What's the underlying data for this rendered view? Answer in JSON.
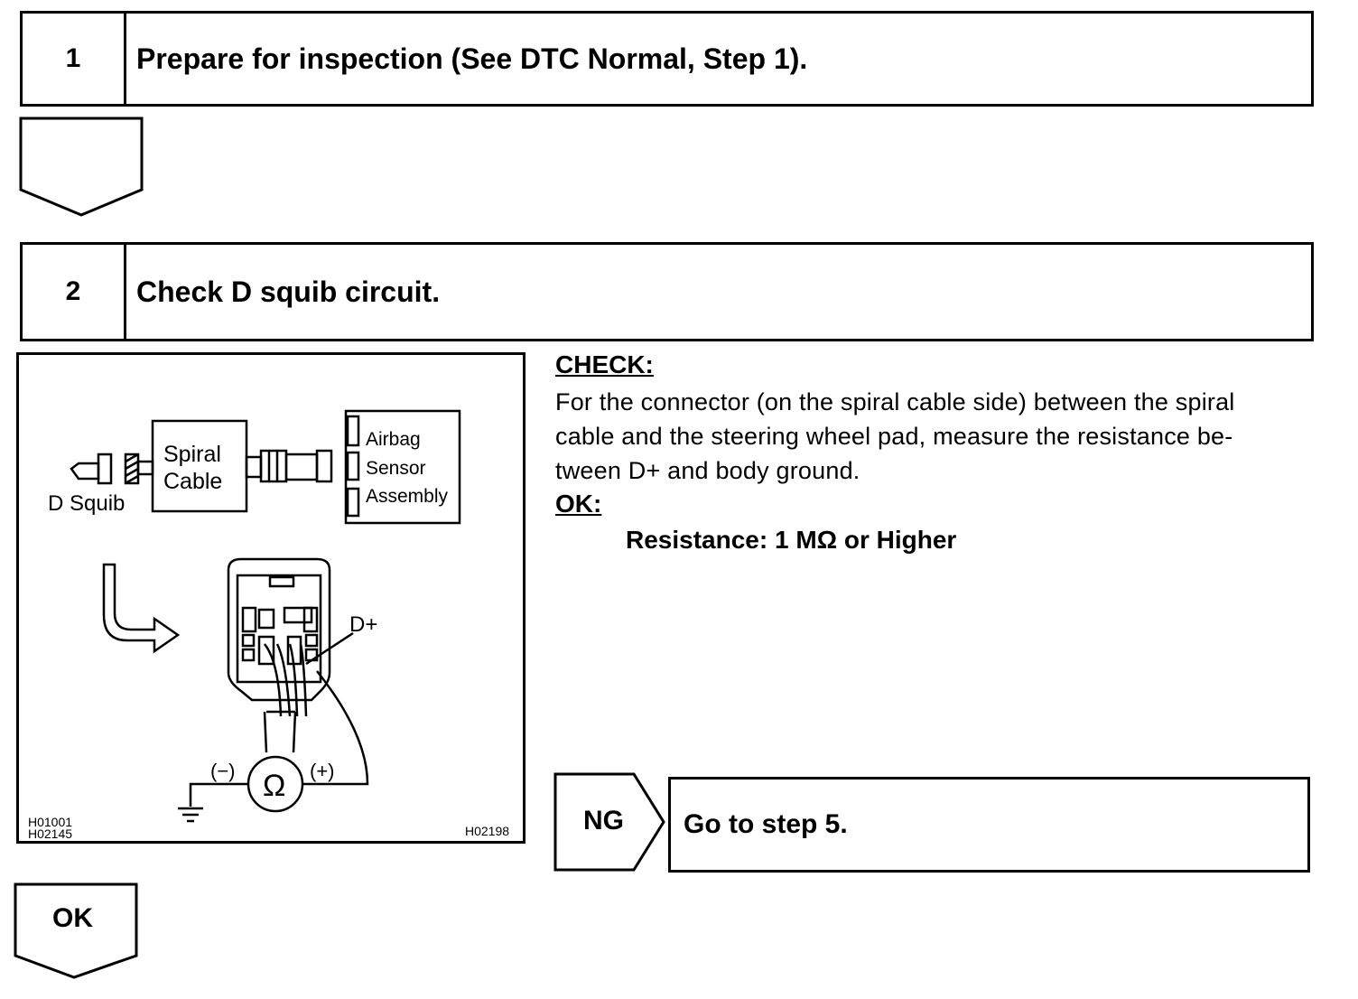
{
  "step1": {
    "number": "1",
    "title": "Prepare for inspection (See DTC Normal, Step 1)."
  },
  "step2": {
    "number": "2",
    "title": "Check D squib circuit."
  },
  "figure": {
    "label_spiral": "Spiral",
    "label_cable": "Cable",
    "label_d_squib": "D Squib",
    "label_airbag": "Airbag",
    "label_sensor": "Sensor",
    "label_assembly": "Assembly",
    "label_d_plus": "D+",
    "label_minus": "(−)",
    "label_plus": "(+)",
    "label_ohm": "Ω",
    "code_left_1": "H01001",
    "code_left_2": "H02145",
    "code_right": "H02198"
  },
  "check": {
    "heading": "CHECK:",
    "line1": "For the connector (on the spiral cable side) between the spiral",
    "line2": "cable and the steering wheel pad, measure the resistance be-",
    "line3": "tween D+ and body ground.",
    "ok_heading": "OK:",
    "spec": "Resistance: 1 MΩ or Higher"
  },
  "ng": {
    "label": "NG",
    "action": "Go to step 5."
  },
  "ok_arrow": {
    "label": "OK"
  }
}
